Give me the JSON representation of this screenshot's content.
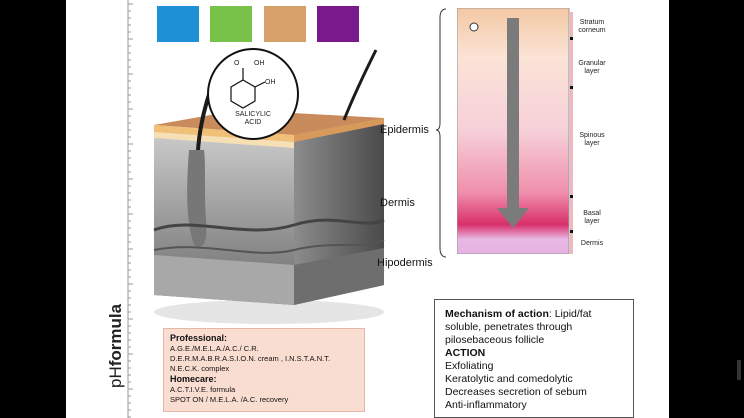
{
  "brand": {
    "prefix": "pH",
    "name": "formula"
  },
  "swatches": [
    "#1e90d6",
    "#79c24a",
    "#d8a06a",
    "#7a1a8a"
  ],
  "molecule": {
    "label_line1": "SALICYLIC",
    "label_line2": "ACID",
    "oh_top": "OH",
    "oh_side": "OH",
    "o": "O"
  },
  "skin_labels": {
    "epidermis": "Epidermis",
    "dermis": "Dermis",
    "hipodermis": "Hipodermis"
  },
  "layer_labels": {
    "stratum_line1": "Stratum",
    "stratum_line2": "corneum",
    "granular_line1": "Granular",
    "granular_line2": "layer",
    "spinous_line1": "Spinous",
    "spinous_line2": "layer",
    "basal_line1": "Basal",
    "basal_line2": "layer",
    "dermis": "Dermis"
  },
  "professional": {
    "title": "Professional:",
    "line1": "A.G.E./M.E.L.A./A.C./ C.R.",
    "line2": "D.E.R.M.A.B.R.A.S.I.O.N. cream , I.N.S.T.A.N.T.",
    "line3": "N.E.C.K. complex",
    "home_title": "Homecare:",
    "home1": "A.C.T.I.V.E. formula",
    "home2": "SPOT ON / M.E.L.A. /A.C. recovery"
  },
  "mechanism": {
    "title": "Mechanism of action",
    "text1": ": Lipid/fat",
    "text2": "soluble, penetrates through",
    "text3": "pilosebaceous follicle",
    "action": "ACTION",
    "a1": "Exfoliating",
    "a2": "Keratolytic and comedolytic",
    "a3": "Decreases secretion of sebum",
    "a4": "Anti-inflammatory"
  }
}
